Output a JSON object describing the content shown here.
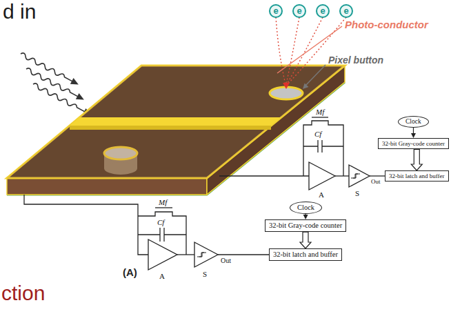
{
  "diagram": {
    "nodes": [
      {
        "text": [
          "Clock"
        ]
      },
      {
        "text": [
          "32-bit Gray-code counter"
        ]
      },
      {
        "text": [
          "32-bit latch and buffer"
        ]
      },
      {
        "text": [
          "Clock"
        ]
      },
      {
        "text": [
          "32-bit Gray-code counter"
        ]
      },
      {
        "text": [
          "32-bit latch and buffer"
        ]
      }
    ],
    "edges": [
      {
        "from": 0,
        "to": 1,
        "arrow": "to"
      },
      {
        "from": 1,
        "to": 2,
        "arrow": "to"
      },
      {
        "from": 3,
        "to": 4,
        "arrow": "to"
      },
      {
        "from": 4,
        "to": 5,
        "arrow": "to"
      }
    ],
    "labels": [
      "d in",
      "Photo-conductor",
      "Pixel button",
      "e",
      "e",
      "e",
      "e",
      "Mf",
      "Cf",
      "A",
      "S",
      "Out",
      "Mf",
      "Cf",
      "(A)",
      "A",
      "S",
      "Out",
      "ction"
    ]
  }
}
